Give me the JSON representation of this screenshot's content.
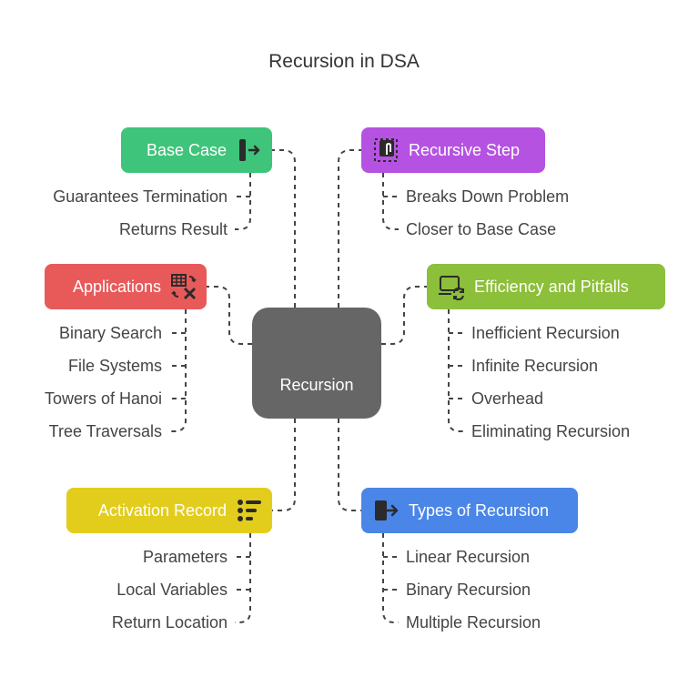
{
  "title": "Recursion in DSA",
  "center": "Recursion",
  "nodes": {
    "base_case": {
      "label": "Base Case",
      "color": "#3fc47b",
      "icon": "arrow-to-bar-icon",
      "items": [
        "Guarantees Termination",
        "Returns Result"
      ]
    },
    "recursive_step": {
      "label": "Recursive Step",
      "color": "#b552e2",
      "icon": "hand-pointer-icon",
      "items": [
        "Breaks Down Problem",
        "Closer to Base Case"
      ]
    },
    "applications": {
      "label": "Applications",
      "color": "#e85a5a",
      "icon": "table-transform-icon",
      "items": [
        "Binary Search",
        "File Systems",
        "Towers of Hanoi",
        "Tree Traversals"
      ]
    },
    "efficiency": {
      "label": "Efficiency and Pitfalls",
      "color": "#8cbf3a",
      "icon": "laptop-refresh-icon",
      "items": [
        "Inefficient Recursion",
        "Infinite Recursion",
        "Overhead",
        "Eliminating Recursion"
      ]
    },
    "activation": {
      "label": "Activation Record",
      "color": "#e3cd1c",
      "icon": "list-icon",
      "items": [
        "Parameters",
        "Local Variables",
        "Return Location"
      ]
    },
    "types": {
      "label": "Types of Recursion",
      "color": "#4a86e8",
      "icon": "exit-arrow-icon",
      "items": [
        "Linear Recursion",
        "Binary Recursion",
        "Multiple Recursion"
      ]
    }
  }
}
